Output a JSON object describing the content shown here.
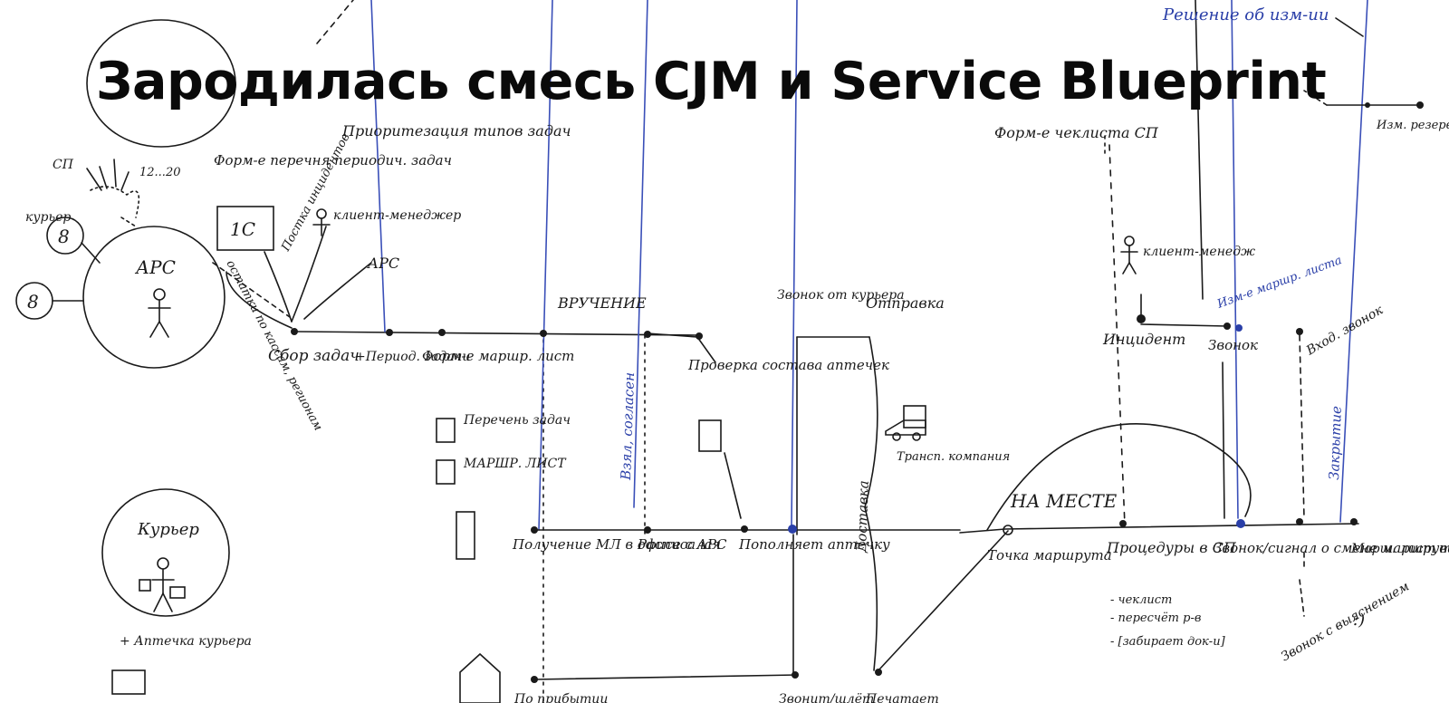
{
  "title": "Зародилась смесь CJM и Service Blueprint",
  "colors": {
    "ink": "#1a1a1a",
    "blue_ink": "#2a3fa8",
    "background": "#ffffff"
  },
  "labels": {
    "form_tasks": "Форм-е перечня периодич. задач",
    "prioritization": "Приоритезация типов задач",
    "sp_counts": "СП",
    "sp_range": "12...20",
    "courier_label": "курьер",
    "courier_count": "8",
    "courier_count2": "8",
    "arc": "АРС",
    "onec": "1С",
    "client_manager": "клиент-менеджер",
    "arc_small": "АРС",
    "stock_remainders": "остатки по кассам, регионам",
    "incident_posting": "Постка инцидентов",
    "task_collection": "Сбор задач",
    "period_tasks": "+Период. задачи",
    "form_route": "Форм-е маршр. лист",
    "handover": "ВРУЧЕНИЕ",
    "task_list_doc": "Перечень задач",
    "route_list_doc": "МАРШР. ЛИСТ",
    "check_kits": "Проверка состава аптечек",
    "courier_call": "Звонок от курьера",
    "dispatch": "Отправка",
    "transport_company": "Трансп. компания",
    "took_agreed": "Взял, согласен",
    "delivery": "Доставка",
    "get_ml": "Получение МЛ в офисе с АРС",
    "signed": "Расписался",
    "refills": "Пополняет аптечку",
    "form_checklist": "Форм-е чеклиста СП",
    "decision": "Решение об изм-ии",
    "client_manager2": "клиент-менедж",
    "incident": "Инцидент",
    "call": "Звонок",
    "route_change": "Изм-е маршр. листа",
    "incoming_call": "Вход. звонок",
    "closure": "Закрытие",
    "on_site": "НА МЕСТЕ",
    "route_point": "Точка маршрута",
    "sp_procedures": "Процедуры в СП",
    "checklist_item": "- чеклист",
    "recount_item": "- пересчёт р-в",
    "pick_item": "- [забирает док-и]",
    "call_route_change": "Звонок/сигнал о смене маршрута",
    "route_done": "Марш. лист выполнен",
    "call_clarify": "Звонок с выяснением",
    "smiley": ":)",
    "courier_circle": "Курьер",
    "courier_kit": "+ Аптечка курьера",
    "at_home": "По прибытии",
    "calls_back": "Звонит/шлёт",
    "printing": "Печатает",
    "right_edge": "Изм. резерв. врем. курьера"
  }
}
